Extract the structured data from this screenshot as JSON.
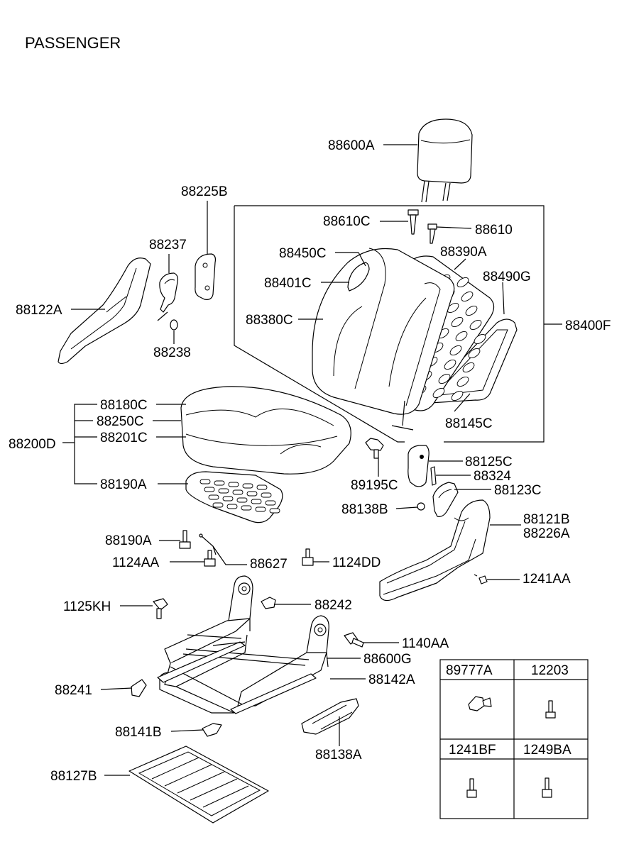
{
  "title": "PASSENGER",
  "labels": {
    "l88600A": "88600A",
    "l88225B": "88225B",
    "l88610C": "88610C",
    "l88610": "88610",
    "l88237": "88237",
    "l88450C": "88450C",
    "l88390A": "88390A",
    "l88401C": "88401C",
    "l88490G": "88490G",
    "l88122A": "88122A",
    "l88380C": "88380C",
    "l88400F": "88400F",
    "l88238": "88238",
    "l88180C": "88180C",
    "l88145C": "88145C",
    "l88250C": "88250C",
    "l88201C": "88201C",
    "l88200D": "88200D",
    "l89195C": "89195C",
    "l88125C": "88125C",
    "l88324": "88324",
    "l88123C": "88123C",
    "l88190A_top": "88190A",
    "l88138B": "88138B",
    "l88121B": "88121B",
    "l88226A": "88226A",
    "l88190A_bolt": "88190A",
    "l1124AA": "1124AA",
    "l88627": "88627",
    "l1124DD": "1124DD",
    "l1241AA": "1241AA",
    "l1125KH": "1125KH",
    "l88242": "88242",
    "l1140AA": "1140AA",
    "l88600G": "88600G",
    "l88241": "88241",
    "l88142A": "88142A",
    "l88141B": "88141B",
    "l88138A": "88138A",
    "l88127B": "88127B"
  },
  "fastener_table": {
    "headers": [
      "89777A",
      "12203",
      "1241BF",
      "1249BA"
    ]
  }
}
